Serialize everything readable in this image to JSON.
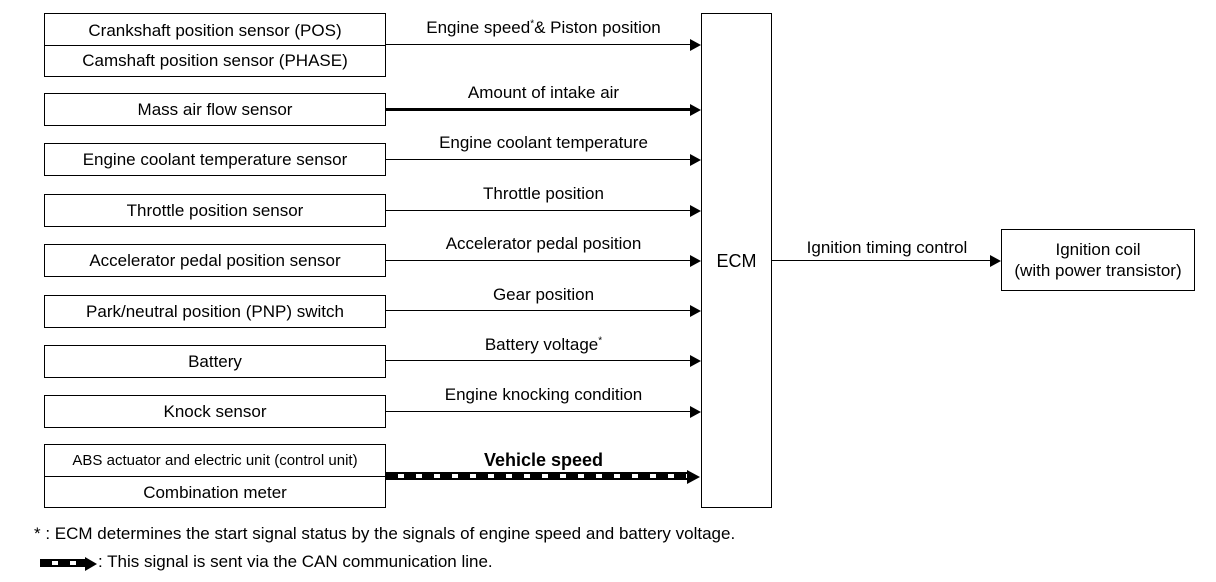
{
  "sensors": [
    {
      "label": "Crankshaft position sensor (POS)"
    },
    {
      "label": "Camshaft position sensor (PHASE)"
    },
    {
      "label": "Mass air flow sensor"
    },
    {
      "label": "Engine coolant temperature sensor"
    },
    {
      "label": "Throttle position sensor"
    },
    {
      "label": "Accelerator pedal position sensor"
    },
    {
      "label": "Park/neutral position (PNP) switch"
    },
    {
      "label": "Battery"
    },
    {
      "label": "Knock sensor"
    },
    {
      "label": "ABS actuator and electric unit (control unit)"
    },
    {
      "label": "Combination meter"
    }
  ],
  "signals": [
    {
      "label": "Engine speed",
      "mark": "*",
      "suffix": "& Piston position"
    },
    {
      "label": "Amount of intake air"
    },
    {
      "label": "Engine coolant temperature"
    },
    {
      "label": "Throttle position"
    },
    {
      "label": "Accelerator pedal position"
    },
    {
      "label": "Gear position"
    },
    {
      "label": "Battery voltage",
      "mark": "*"
    },
    {
      "label": "Engine knocking condition"
    },
    {
      "label": "Vehicle speed"
    }
  ],
  "ecm": {
    "label": "ECM"
  },
  "output": {
    "signal_label": "Ignition timing control",
    "target_line1": "Ignition coil",
    "target_line2": "(with power transistor)"
  },
  "notes": {
    "asterisk_marker": "* :",
    "asterisk_text": "ECM determines the start signal status by the signals of engine speed and battery voltage.",
    "can_text": ": This signal is sent via the CAN communication line."
  }
}
